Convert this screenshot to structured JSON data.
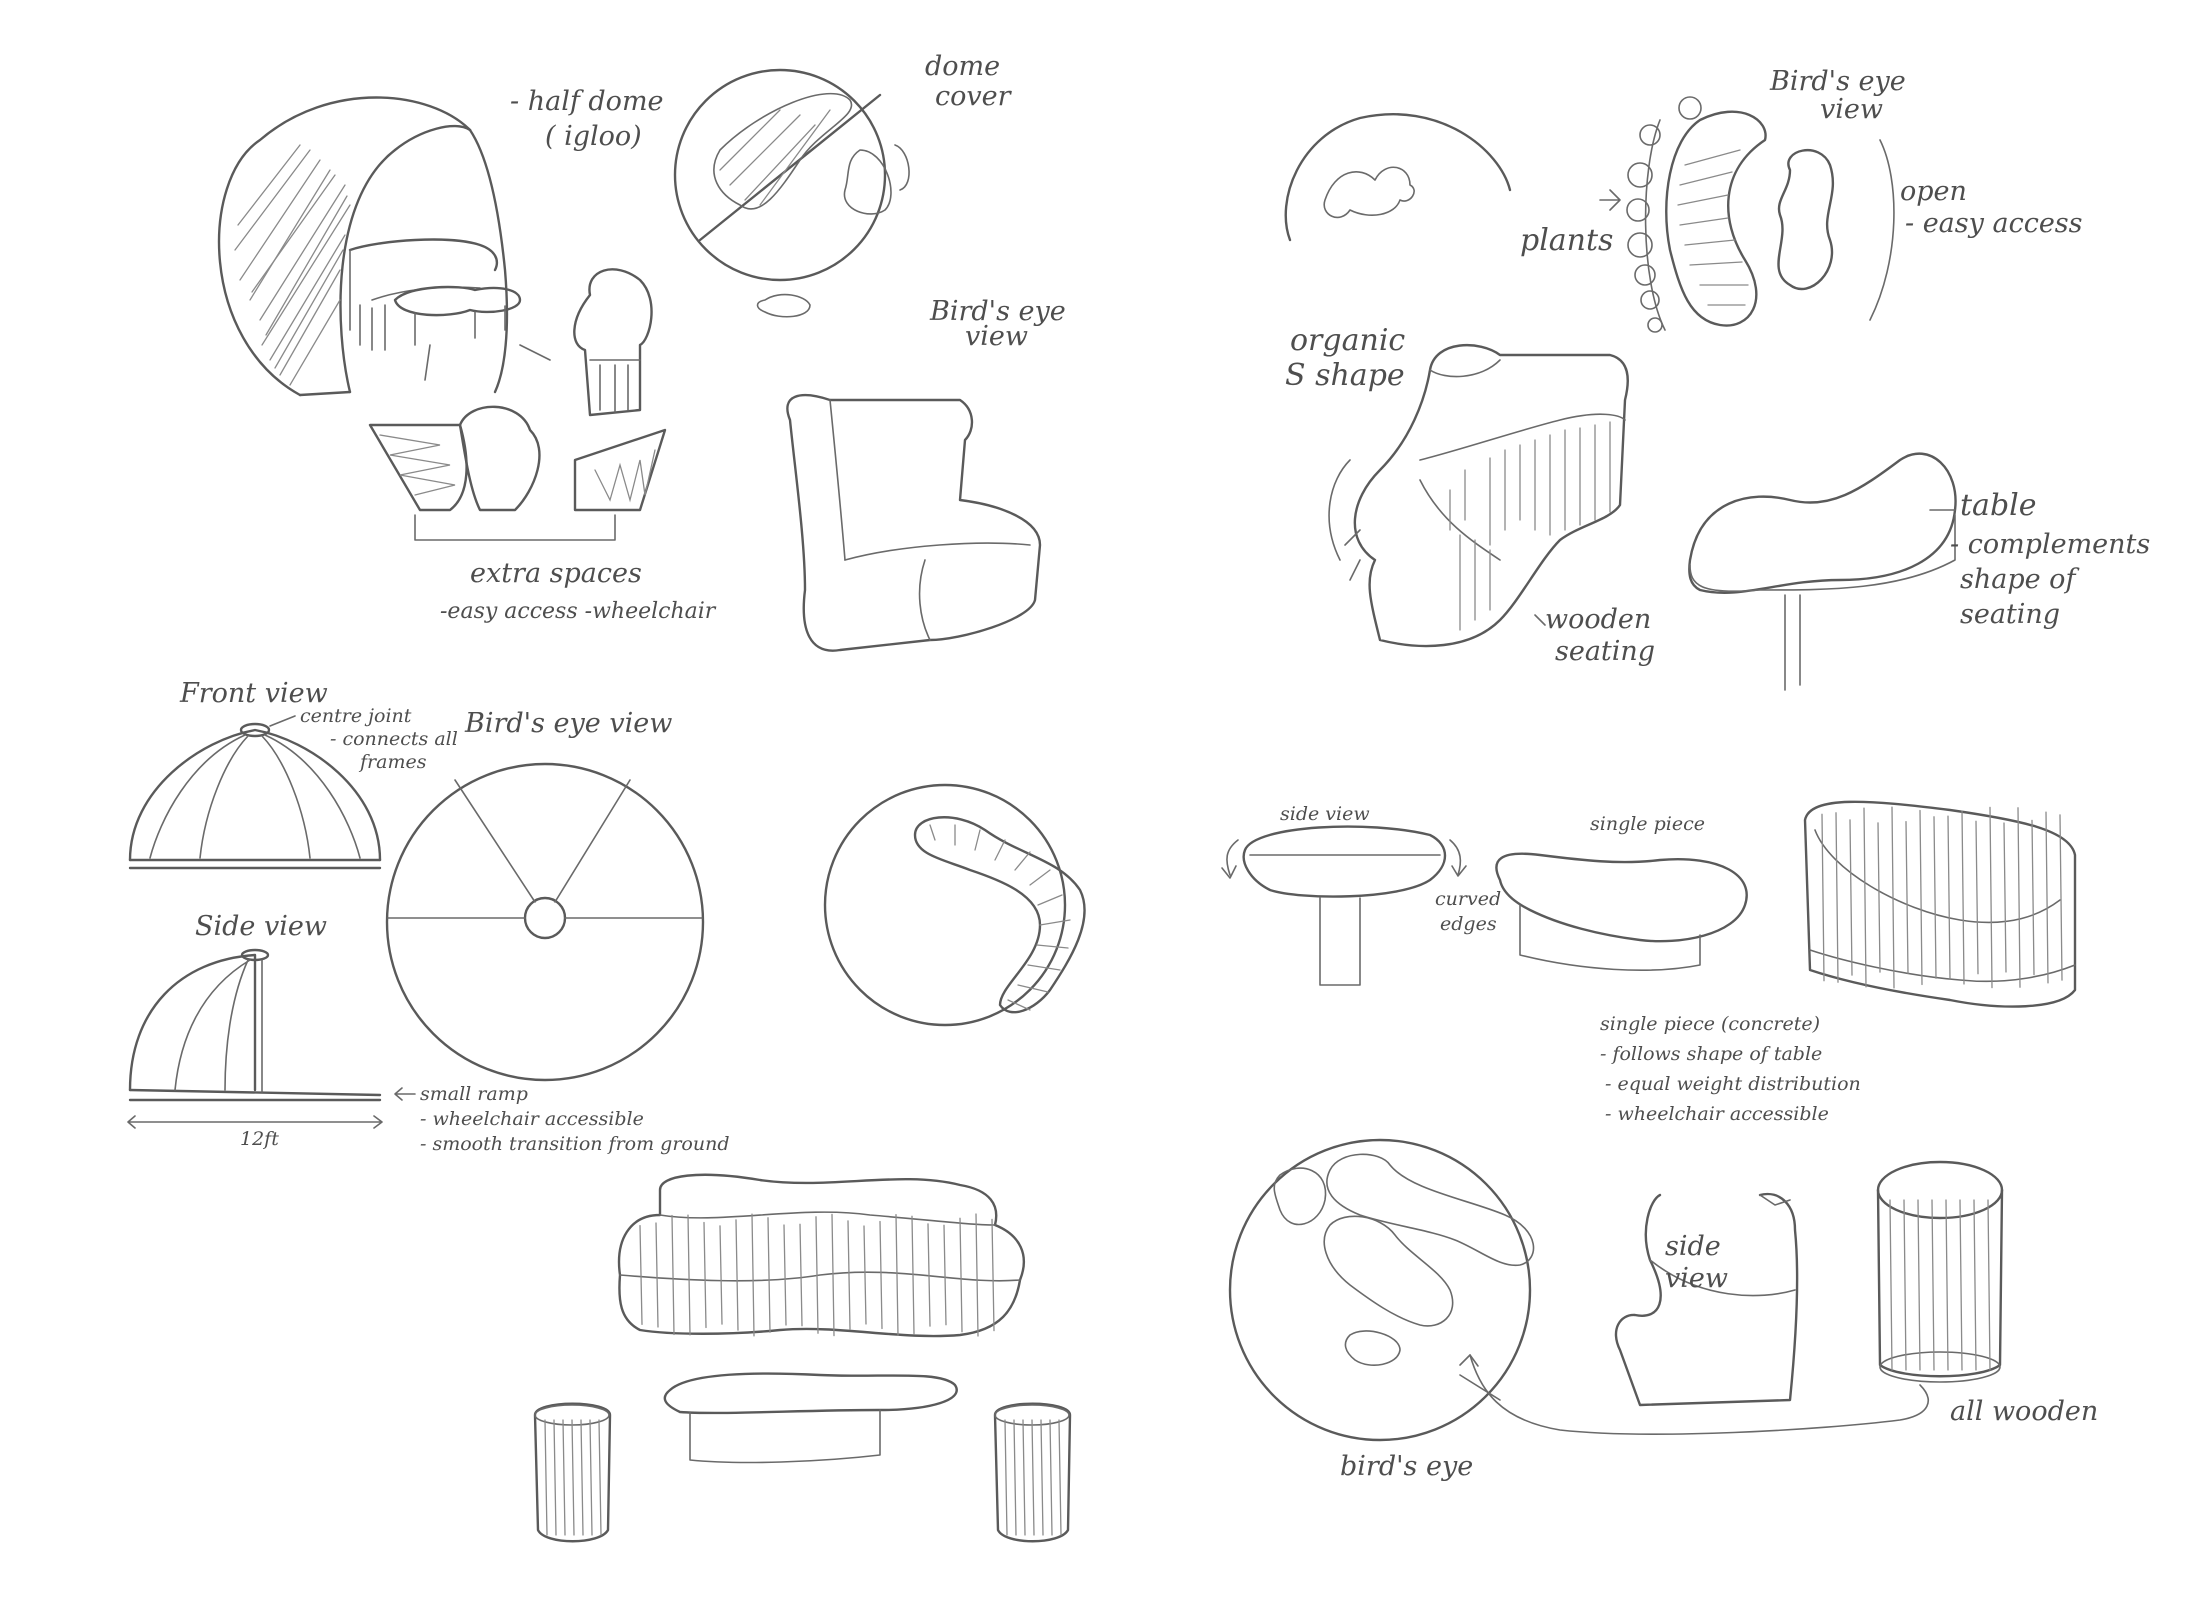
{
  "sketch_a": {
    "half_dome": "- half dome",
    "igloo": "( igloo)",
    "dome_cover_1": "dome",
    "dome_cover_2": "cover",
    "birds_eye_1": "Bird's eye",
    "birds_eye_2": "view",
    "extra_spaces": "extra spaces",
    "easy_access": "-easy access -wheelchair"
  },
  "sketch_b": {
    "birds_eye_1": "Bird's eye",
    "birds_eye_2": "view",
    "open": "open",
    "easy_access": "- easy access",
    "plants": "plants",
    "organic_1": "organic",
    "organic_2": "S shape",
    "table": "table",
    "complements_1": "- complements",
    "complements_2": "shape of",
    "complements_3": "seating",
    "wooden_1": "wooden",
    "wooden_2": "seating"
  },
  "sketch_c": {
    "front_view": "Front view",
    "centre_joint": "centre joint",
    "connects_1": "- connects all",
    "connects_2": "frames",
    "birds_eye_view": "Bird's eye view",
    "side_view": "Side view",
    "small_ramp": "small ramp",
    "wheelchair": "- wheelchair accessible",
    "smooth": "- smooth transition from ground",
    "dimension": "12ft"
  },
  "sketch_d": {
    "side_view": "side view",
    "curved_1": "curved",
    "curved_2": "edges",
    "single_piece": "single piece",
    "single_piece_concrete": "single piece (concrete)",
    "follows": "- follows shape of table",
    "equal_weight": "- equal weight distribution",
    "wheelchair": "- wheelchair accessible",
    "side_view_2a": "side",
    "side_view_2b": "view",
    "birds_eye": "bird's eye",
    "all_wooden": "all wooden"
  }
}
